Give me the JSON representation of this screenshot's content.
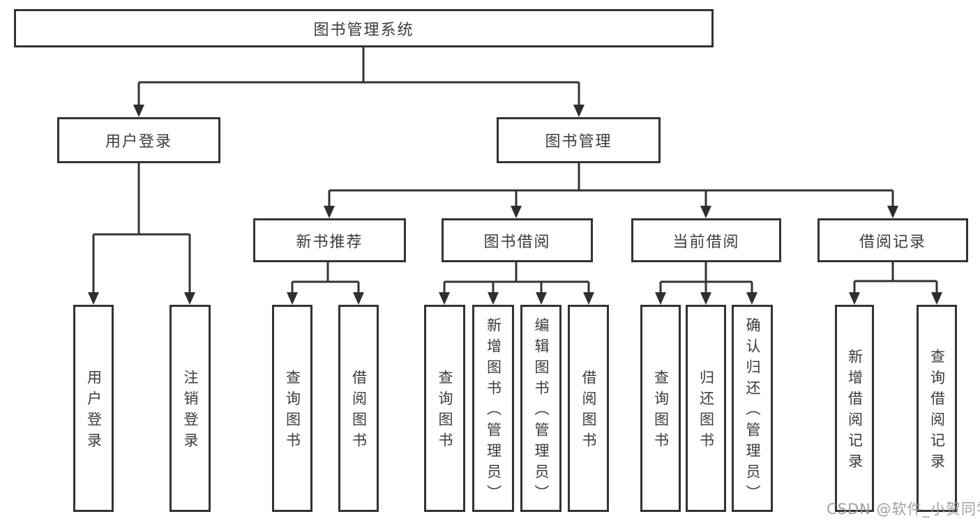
{
  "tree": {
    "root": {
      "label": "图书管理系统"
    },
    "branches": [
      {
        "label": "用户登录",
        "children": [
          {
            "label": "用户登录"
          },
          {
            "label": "注销登录"
          }
        ]
      },
      {
        "label": "图书管理",
        "children": [
          {
            "label": "新书推荐",
            "children": [
              {
                "label": "查询图书"
              },
              {
                "label": "借阅图书"
              }
            ]
          },
          {
            "label": "图书借阅",
            "children": [
              {
                "label": "查询图书"
              },
              {
                "label": "新增图书（管理员）"
              },
              {
                "label": "编辑图书（管理员）"
              },
              {
                "label": "借阅图书"
              }
            ]
          },
          {
            "label": "当前借阅",
            "children": [
              {
                "label": "查询图书"
              },
              {
                "label": "归还图书"
              },
              {
                "label": "确认归还（管理员）"
              }
            ]
          },
          {
            "label": "借阅记录",
            "children": [
              {
                "label": "新增借阅记录"
              },
              {
                "label": "查询借阅记录"
              }
            ]
          }
        ]
      }
    ]
  },
  "watermark": {
    "text": "CSDN @软件_小贺同学"
  },
  "colors": {
    "box_border": "#333333",
    "line": "#333333",
    "text": "#3b3b3b",
    "watermark": "#989898",
    "background": "#ffffff"
  }
}
